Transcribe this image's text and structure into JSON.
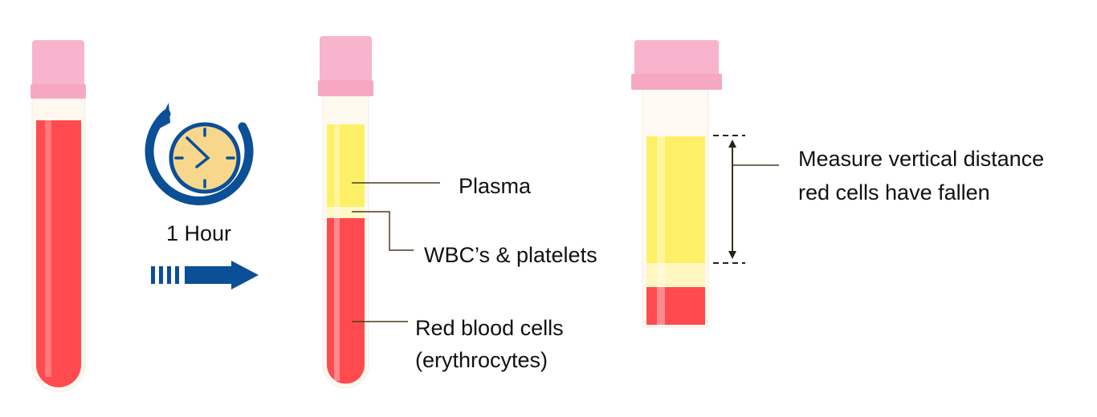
{
  "time_label": "1 Hour",
  "labels": {
    "plasma": "Plasma",
    "wbc": "WBC’s & platelets",
    "rbc_line1": "Red blood cells",
    "rbc_line2": "(erythrocytes)",
    "measure_line1": "Measure vertical distance",
    "measure_line2": "red cells have fallen"
  },
  "colors": {
    "cap": "#f8b4cc",
    "blood": "#ff4b4f",
    "plasma": "#fdf067",
    "buffy": "#fff8c8",
    "icon_blue": "#0b4f96",
    "clock_face": "#f7d78c",
    "leader": "#4a3c1c"
  },
  "icons": [
    "clock-cycle-icon",
    "arrow-right-icon"
  ]
}
